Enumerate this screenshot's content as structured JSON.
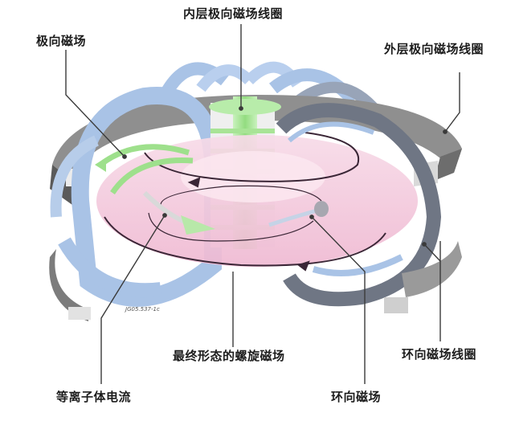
{
  "diagram": {
    "subject": "tokamak-magnetic-field-configuration",
    "colors": {
      "plasma": "#f4c9de",
      "inner_poloidal_coil": "#9fe08f",
      "outer_poloidal_coil": "#8e8e8e",
      "toroidal_coil": "#a9c3e6",
      "toroidal_coil_dark": "#6f7684",
      "field_line": "#3a2636",
      "leader_line": "#3a3a3a"
    },
    "labels": {
      "inner_poloidal_coil": "内层极向磁场线圈",
      "poloidal_field": "极向磁场",
      "outer_poloidal_coil": "外层极向磁场线圈",
      "helical_field": "最终形态的螺旋磁场",
      "toroidal_coil": "环向磁场线圈",
      "plasma_current": "等离子体电流",
      "toroidal_field": "环向磁场"
    },
    "figure_code": "JG05.537-1c"
  }
}
